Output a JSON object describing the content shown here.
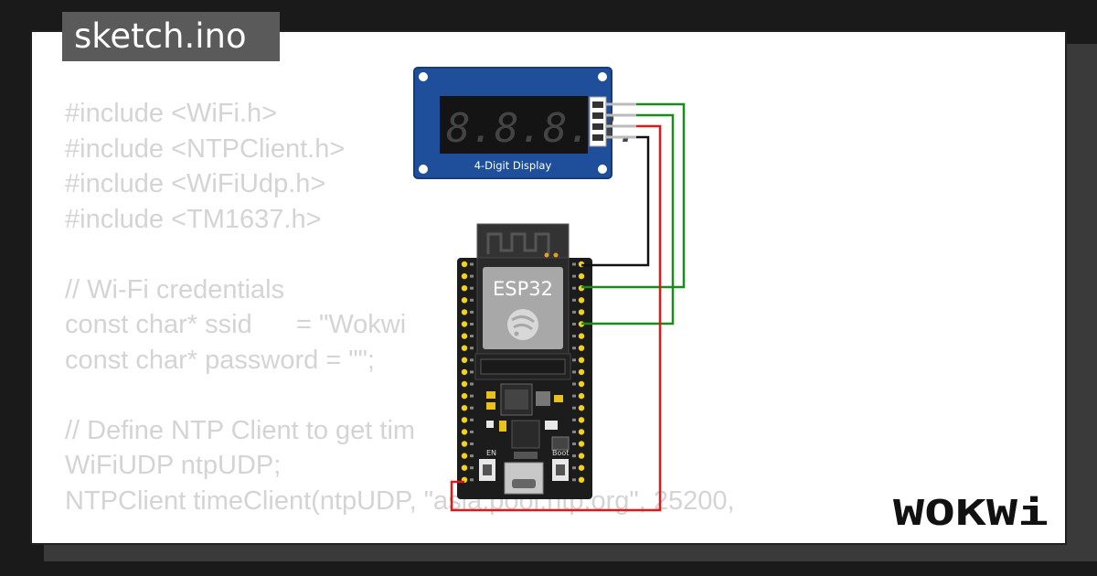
{
  "file_tab": {
    "label": "sketch.ino"
  },
  "code_lines": [
    "#include <WiFi.h>",
    "#include <NTPClient.h>",
    "#include <WiFiUdp.h>",
    "#include <TM1637.h>",
    "",
    "// Wi-Fi credentials",
    "const char* ssid      = \"Wokwi",
    "const char* password = \"\";",
    "",
    "// Define NTP Client to get tim",
    "WiFiUDP ntpUDP;",
    "NTPClient timeClient(ntpUDP, \"asia.pool.ntp.org\", 25200,"
  ],
  "display": {
    "digits": "8.8.8.8.",
    "caption": "4-Digit Display"
  },
  "esp32": {
    "chip_label": "ESP32",
    "en_label": "EN",
    "boot_label": "Boot"
  },
  "logo": {
    "text": "WOKWi"
  },
  "colors": {
    "wire_green": "#1a8c1a",
    "wire_red": "#e01818",
    "wire_black": "#111111",
    "display_blue": "#1f4e9a",
    "board_black": "#1c1c1c",
    "pin_yellow": "#f2d21b"
  }
}
